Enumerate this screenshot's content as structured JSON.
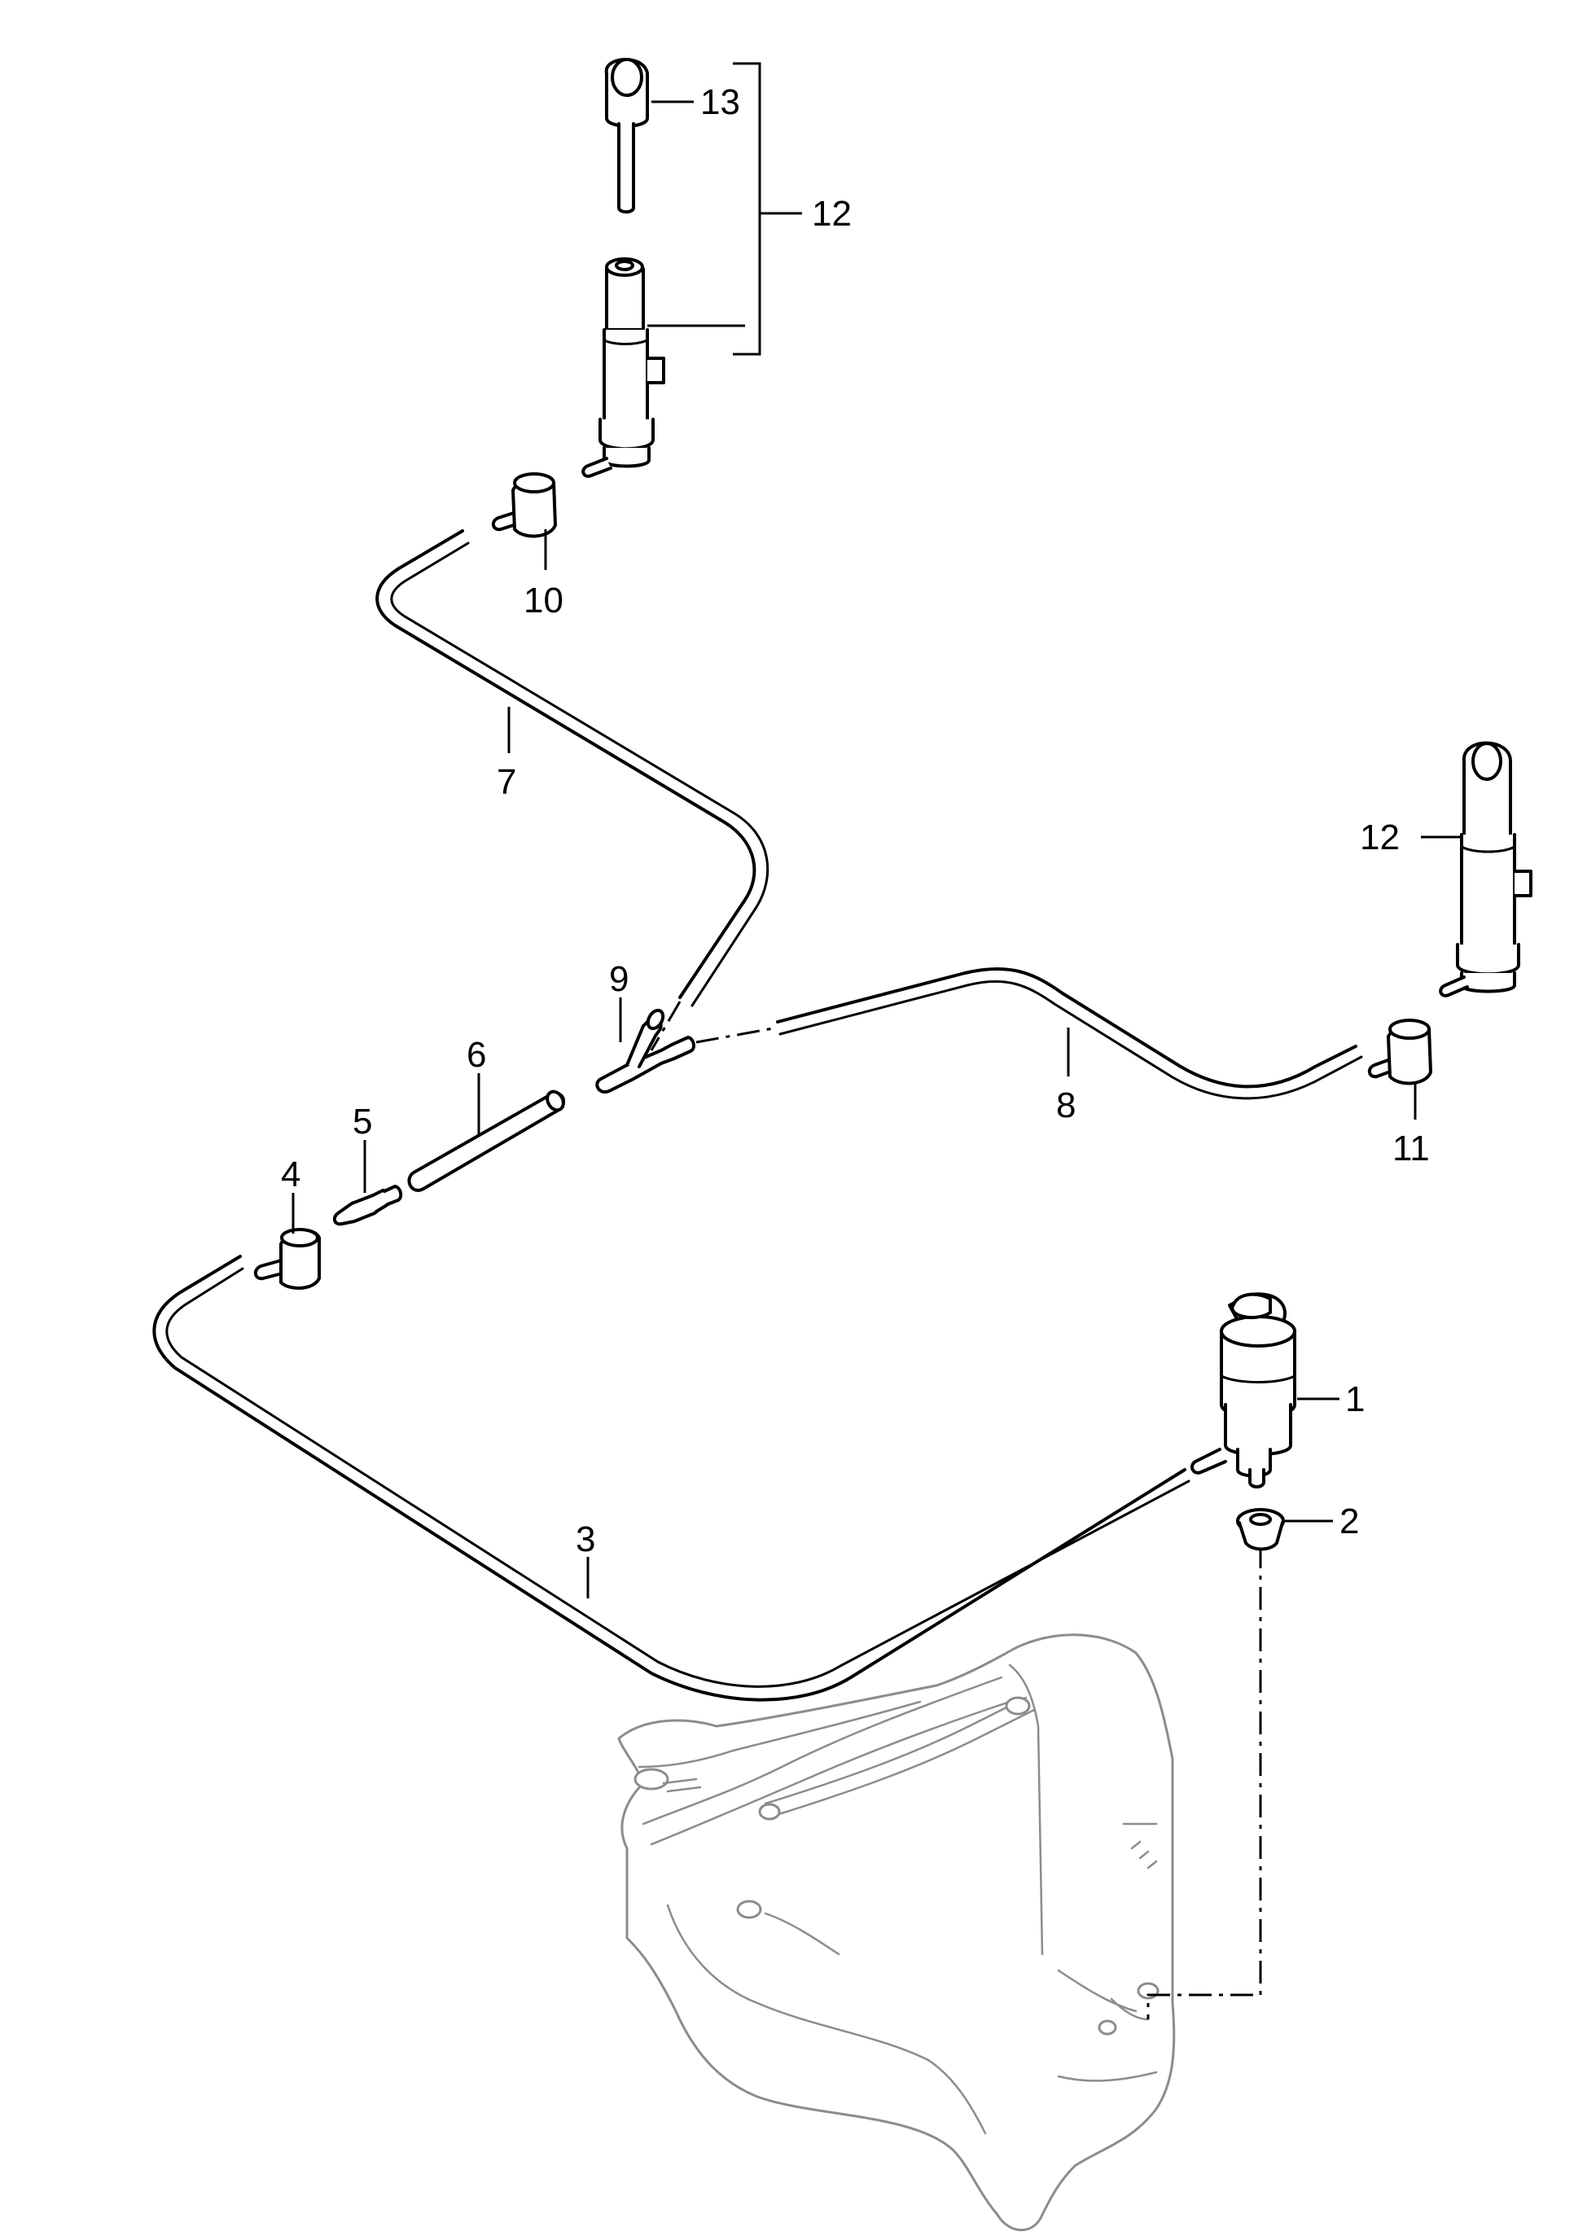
{
  "callouts": {
    "c1": "1",
    "c2": "2",
    "c3": "3",
    "c4": "4",
    "c5": "5",
    "c6": "6",
    "c7": "7",
    "c8": "8",
    "c9": "9",
    "c10": "10",
    "c11": "11",
    "c12_top": "12",
    "c12_right": "12",
    "c13": "13"
  }
}
